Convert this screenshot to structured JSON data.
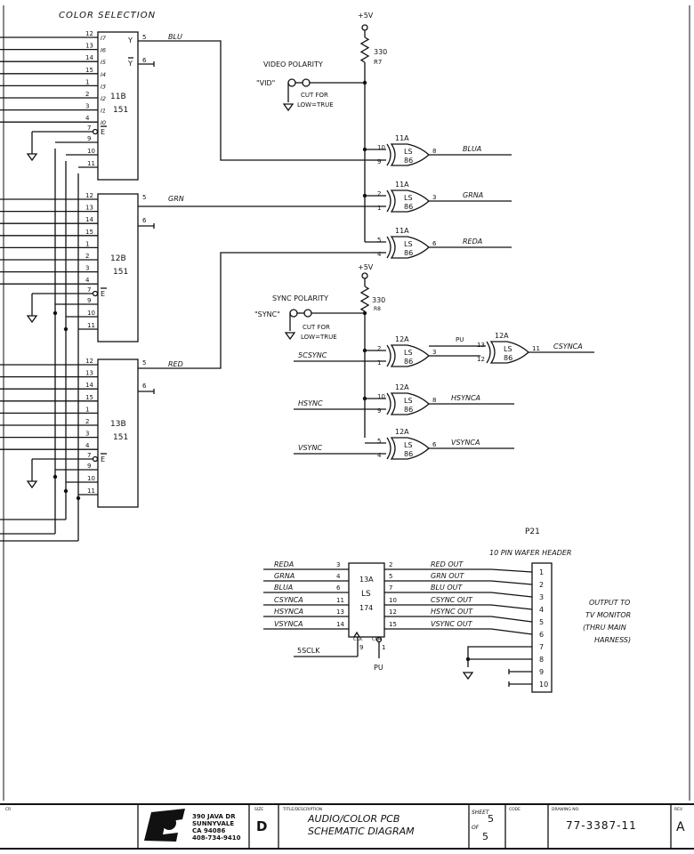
{
  "diagram": {
    "section_label": "COLOR SELECTION",
    "mux_chips": [
      {
        "ref": "11B",
        "part": "151",
        "in_pins": [
          "12",
          "13",
          "14",
          "15",
          "1",
          "2",
          "3",
          "4"
        ],
        "in_labels": [
          "I7",
          "I6",
          "I5",
          "I4",
          "I3",
          "I2",
          "I1",
          "I0"
        ],
        "sel_pins": [
          "7",
          "9",
          "10",
          "11"
        ],
        "y_pin": "5",
        "ybar_pin": "6",
        "out_net": "BLU"
      },
      {
        "ref": "12B",
        "part": "151",
        "in_pins": [
          "12",
          "13",
          "14",
          "15",
          "1",
          "2",
          "3",
          "4"
        ],
        "sel_pins": [
          "7",
          "9",
          "10",
          "11"
        ],
        "y_pin": "5",
        "ybar_pin": "6",
        "out_net": "GRN"
      },
      {
        "ref": "13B",
        "part": "151",
        "in_pins": [
          "12",
          "13",
          "14",
          "15",
          "1",
          "2",
          "3",
          "4"
        ],
        "sel_pins": [
          "7",
          "9",
          "10",
          "11"
        ],
        "y_pin": "5",
        "ybar_pin": "6",
        "out_net": "RED"
      }
    ],
    "pin_y_label": "Y",
    "pin_ybar_label": "Y",
    "pin_e_label": "E",
    "video_section": {
      "supply": "+5V",
      "resistor_value": "330",
      "resistor_ref": "R7",
      "title": "VIDEO POLARITY",
      "jumper": "\"VID\"",
      "cut_note_1": "CUT FOR",
      "cut_note_2": "LOW=TRUE"
    },
    "video_gates": [
      {
        "ref": "11A",
        "part_1": "LS",
        "part_2": "86",
        "pin_a": "10",
        "pin_b": "9",
        "pin_out": "8",
        "out": "BLUA"
      },
      {
        "ref": "11A",
        "part_1": "LS",
        "part_2": "86",
        "pin_a": "2",
        "pin_b": "1",
        "pin_out": "3",
        "out": "GRNA"
      },
      {
        "ref": "11A",
        "part_1": "LS",
        "part_2": "86",
        "pin_a": "5",
        "pin_b": "4",
        "pin_out": "6",
        "out": "REDA"
      }
    ],
    "sync_section": {
      "supply": "+5V",
      "resistor_value": "330",
      "resistor_ref": "R8",
      "title": "SYNC POLARITY",
      "jumper": "\"SYNC\"",
      "cut_note_1": "CUT FOR",
      "cut_note_2": "LOW=TRUE"
    },
    "sync_gates": [
      {
        "ref": "12A",
        "part_1": "LS",
        "part_2": "86",
        "pin_a": "2",
        "pin_b": "1",
        "pin_out": "3",
        "in": "5CSYNC",
        "out": ""
      },
      {
        "ref": "12A",
        "part_1": "LS",
        "part_2": "86",
        "pin_a": "10",
        "pin_b": "9",
        "pin_out": "8",
        "in": "HSYNC",
        "out": "HSYNCA"
      },
      {
        "ref": "12A",
        "part_1": "LS",
        "part_2": "86",
        "pin_a": "5",
        "pin_b": "4",
        "pin_out": "6",
        "in": "VSYNC",
        "out": "VSYNCA"
      }
    ],
    "csync_gate": {
      "ref": "12A",
      "part_1": "LS",
      "part_2": "86",
      "pin_a": "13",
      "pin_b": "12",
      "pin_out": "11",
      "pullup": "PU",
      "out": "CSYNCA"
    },
    "latch": {
      "ref": "13A",
      "part_1": "LS",
      "part_2": "174",
      "rows": [
        {
          "in": "REDA",
          "pin_in": "3",
          "pin_out": "2",
          "out": "RED OUT"
        },
        {
          "in": "GRNA",
          "pin_in": "4",
          "pin_out": "5",
          "out": "GRN OUT"
        },
        {
          "in": "BLUA",
          "pin_in": "6",
          "pin_out": "7",
          "out": "BLU OUT"
        },
        {
          "in": "CSYNCA",
          "pin_in": "11",
          "pin_out": "10",
          "out": "CSYNC OUT"
        },
        {
          "in": "HSYNCA",
          "pin_in": "13",
          "pin_out": "12",
          "out": "HSYNC OUT"
        },
        {
          "in": "VSYNCA",
          "pin_in": "14",
          "pin_out": "15",
          "out": "VSYNC OUT"
        }
      ],
      "clk_label": "CLK",
      "clr_label": "CLR",
      "clk_pin": "9",
      "clr_pin": "1",
      "clk_net": "5SCLK",
      "pullup": "PU"
    },
    "header": {
      "ref": "P21",
      "title": "10 PIN WAFER HEADER",
      "pins": [
        "1",
        "2",
        "3",
        "4",
        "5",
        "6",
        "7",
        "8",
        "9",
        "10"
      ]
    },
    "output_note": [
      "OUTPUT TO",
      "TV MONITOR",
      "(THRU MAIN",
      "HARNESS)"
    ]
  },
  "title_block": {
    "address": [
      "390 JAVA DR",
      "SUNNYVALE",
      "CA 94086",
      "408-734-9410"
    ],
    "size_label": "SIZE",
    "size": "D",
    "title_label": "TITLE/DESCRIPTION",
    "title_1": "AUDIO/COLOR PCB",
    "title_2": "SCHEMATIC DIAGRAM",
    "sheet_label": "SHEET",
    "sheet": "5",
    "of_label": "OF",
    "sheet_total": "5",
    "code_label": "CODE",
    "drawing_no_label": "DRAWING NO.",
    "drawing_no": "77-3387-11",
    "rev_label": "REV",
    "rev": "A",
    "corner_label": "CR"
  }
}
